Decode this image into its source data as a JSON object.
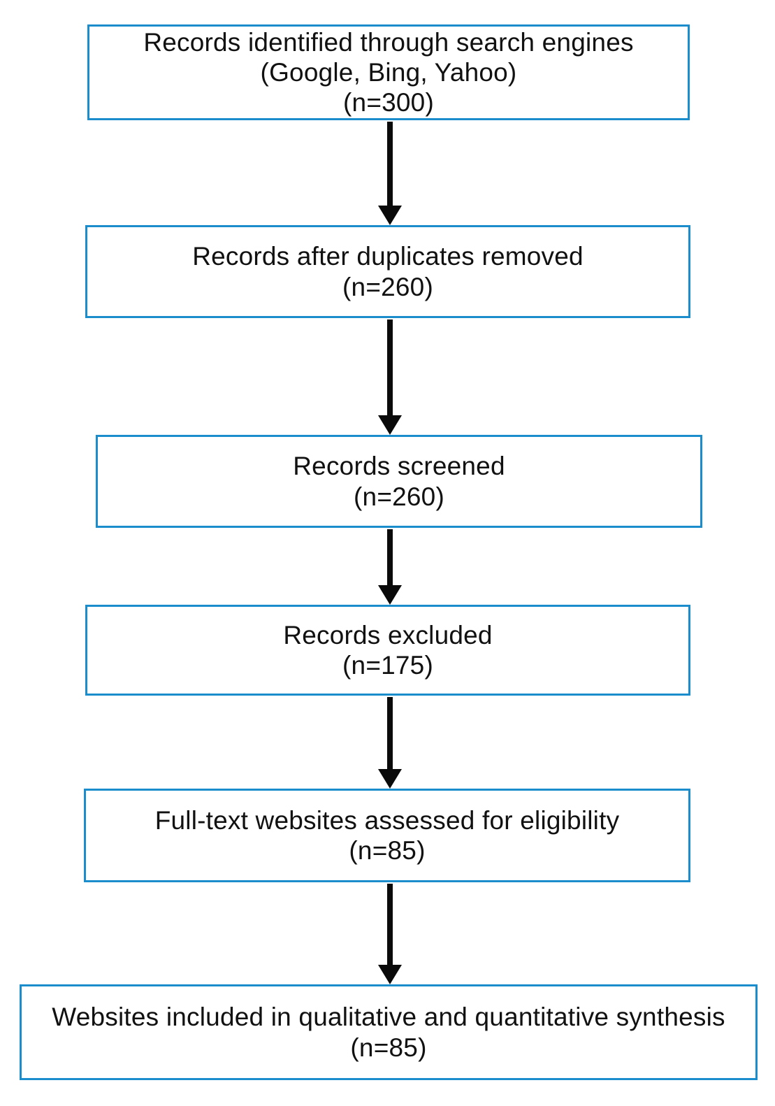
{
  "diagram": {
    "type": "flowchart",
    "description": "PRISMA-style study selection flow diagram",
    "colors": {
      "border-blue": "#1b8ccc",
      "arrow-black": "#0a0a0a",
      "text-black": "#111111",
      "bg-white": "#ffffff"
    },
    "boxes": [
      {
        "id": "records-identified",
        "line1": "Records identified through search engines",
        "line2": "(Google, Bing, Yahoo)",
        "line3": "(n=300)"
      },
      {
        "id": "duplicates-removed",
        "line1": "Records after duplicates removed",
        "line2": "(n=260)"
      },
      {
        "id": "records-screened",
        "line1": "Records screened",
        "line2": "(n=260)"
      },
      {
        "id": "records-excluded",
        "line1": "Records excluded",
        "line2": "(n=175)"
      },
      {
        "id": "full-text-assessed",
        "line1": "Full-text websites assessed for eligibility",
        "line2": "(n=85)"
      },
      {
        "id": "websites-included",
        "line1": "Websites included in qualitative and quantitative synthesis",
        "line2": "(n=85)"
      }
    ],
    "connectors": [
      {
        "from": "records-identified",
        "to": "duplicates-removed"
      },
      {
        "from": "duplicates-removed",
        "to": "records-screened"
      },
      {
        "from": "records-screened",
        "to": "records-excluded"
      },
      {
        "from": "records-excluded",
        "to": "full-text-assessed"
      },
      {
        "from": "full-text-assessed",
        "to": "websites-included"
      }
    ]
  }
}
